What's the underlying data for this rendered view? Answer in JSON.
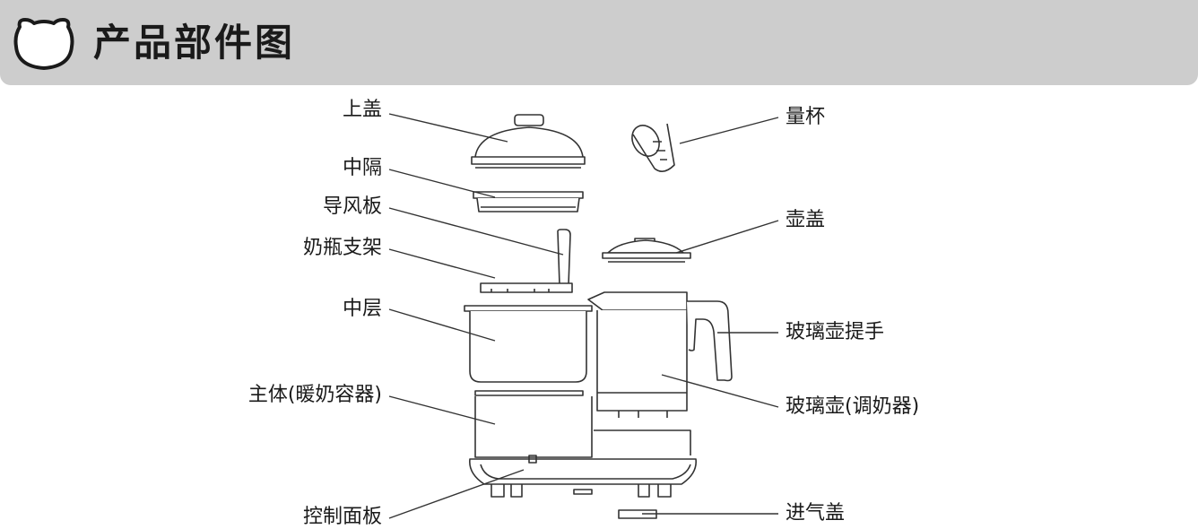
{
  "header": {
    "title": "产品部件图",
    "icon": "bear-face-icon",
    "background": "#cdcdcd"
  },
  "labels": {
    "top_lid": "上盖",
    "middle_divider": "中隔",
    "air_guide_plate": "导风板",
    "bottle_rack": "奶瓶支架",
    "middle_layer": "中层",
    "main_body": "主体(暖奶容器)",
    "control_panel": "控制面板",
    "measuring_cup": "量杯",
    "kettle_lid": "壶盖",
    "glass_kettle_handle": "玻璃壶提手",
    "glass_kettle": "玻璃壶(调奶器)",
    "air_inlet_cover": "进气盖"
  }
}
